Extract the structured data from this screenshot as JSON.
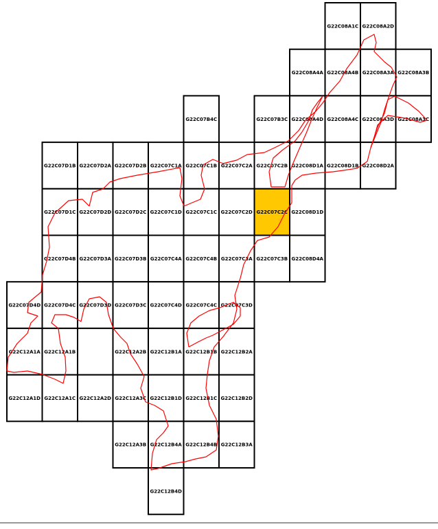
{
  "map": {
    "highlight_color": "#ffc800",
    "boundary_color": "#ff0000",
    "grid_color": "#000000",
    "highlighted_tile": "G22C07C2C",
    "tiles": [
      {
        "label": "G22C08A1C",
        "col": 9,
        "row": 0
      },
      {
        "label": "G22C08A2D",
        "col": 10,
        "row": 0
      },
      {
        "label": "G22C08A4A",
        "col": 8,
        "row": 1
      },
      {
        "label": "G22C08A4B",
        "col": 9,
        "row": 1
      },
      {
        "label": "G22C08A3A",
        "col": 10,
        "row": 1
      },
      {
        "label": "G22C08A3B",
        "col": 11,
        "row": 1
      },
      {
        "label": "G22C07B4C",
        "col": 5,
        "row": 2
      },
      {
        "label": "G22C07B3C",
        "col": 7,
        "row": 2
      },
      {
        "label": "G22C08A4D",
        "col": 8,
        "row": 2
      },
      {
        "label": "G22C08A4C",
        "col": 9,
        "row": 2
      },
      {
        "label": "G22C08A3D",
        "col": 10,
        "row": 2
      },
      {
        "label": "G22C08A3C",
        "col": 11,
        "row": 2
      },
      {
        "label": "G22C07D1B",
        "col": 1,
        "row": 3
      },
      {
        "label": "G22C07D2A",
        "col": 2,
        "row": 3
      },
      {
        "label": "G22C07D2B",
        "col": 3,
        "row": 3
      },
      {
        "label": "G22C07C1A",
        "col": 4,
        "row": 3
      },
      {
        "label": "G22C07C1B",
        "col": 5,
        "row": 3
      },
      {
        "label": "G22C07C2A",
        "col": 6,
        "row": 3
      },
      {
        "label": "G22C07C2B",
        "col": 7,
        "row": 3
      },
      {
        "label": "G22C08D1A",
        "col": 8,
        "row": 3
      },
      {
        "label": "G22C08D1B",
        "col": 9,
        "row": 3
      },
      {
        "label": "G22C08D2A",
        "col": 10,
        "row": 3
      },
      {
        "label": "G22C07D1C",
        "col": 1,
        "row": 4
      },
      {
        "label": "G22C07D2D",
        "col": 2,
        "row": 4
      },
      {
        "label": "G22C07D2C",
        "col": 3,
        "row": 4
      },
      {
        "label": "G22C07C1D",
        "col": 4,
        "row": 4
      },
      {
        "label": "G22C07C1C",
        "col": 5,
        "row": 4
      },
      {
        "label": "G22C07C2D",
        "col": 6,
        "row": 4
      },
      {
        "label": "G22C07C2C",
        "col": 7,
        "row": 4
      },
      {
        "label": "G22C08D1D",
        "col": 8,
        "row": 4
      },
      {
        "label": "G22C07D4B",
        "col": 1,
        "row": 5
      },
      {
        "label": "G22C07D3A",
        "col": 2,
        "row": 5
      },
      {
        "label": "G22C07D3B",
        "col": 3,
        "row": 5
      },
      {
        "label": "G22C07C4A",
        "col": 4,
        "row": 5
      },
      {
        "label": "G22C07C4B",
        "col": 5,
        "row": 5
      },
      {
        "label": "G22C07C3A",
        "col": 6,
        "row": 5
      },
      {
        "label": "G22C07C3B",
        "col": 7,
        "row": 5
      },
      {
        "label": "G22C08D4A",
        "col": 8,
        "row": 5
      },
      {
        "label": "G22C07D4D",
        "col": 0,
        "row": 6
      },
      {
        "label": "G22C07D4C",
        "col": 1,
        "row": 6
      },
      {
        "label": "G22C07D3D",
        "col": 2,
        "row": 6
      },
      {
        "label": "G22C07D3C",
        "col": 3,
        "row": 6
      },
      {
        "label": "G22C07C4D",
        "col": 4,
        "row": 6
      },
      {
        "label": "G22C07C4C",
        "col": 5,
        "row": 6
      },
      {
        "label": "G22C07C3D",
        "col": 6,
        "row": 6
      },
      {
        "label": "G22C12A1A",
        "col": 0,
        "row": 7
      },
      {
        "label": "G22C12A1B",
        "col": 1,
        "row": 7
      },
      {
        "label": "",
        "col": 2,
        "row": 7
      },
      {
        "label": "G22C12A2B",
        "col": 3,
        "row": 7
      },
      {
        "label": "G22C12B1A",
        "col": 4,
        "row": 7
      },
      {
        "label": "G22C12B1B",
        "col": 5,
        "row": 7
      },
      {
        "label": "G22C12B2A",
        "col": 6,
        "row": 7
      },
      {
        "label": "G22C12A1D",
        "col": 0,
        "row": 8
      },
      {
        "label": "G22C12A1C",
        "col": 1,
        "row": 8
      },
      {
        "label": "G22C12A2D",
        "col": 2,
        "row": 8
      },
      {
        "label": "G22C12A3C",
        "col": 3,
        "row": 8
      },
      {
        "label": "G22C12B1D",
        "col": 4,
        "row": 8
      },
      {
        "label": "G22C12B1C",
        "col": 5,
        "row": 8
      },
      {
        "label": "G22C12B2D",
        "col": 6,
        "row": 8
      },
      {
        "label": "G22C12A3B",
        "col": 3,
        "row": 9
      },
      {
        "label": "G22C12B4A",
        "col": 4,
        "row": 9
      },
      {
        "label": "G22C12B4B",
        "col": 5,
        "row": 9
      },
      {
        "label": "G22C12B3A",
        "col": 6,
        "row": 9
      },
      {
        "label": "G22C12B4D",
        "col": 4,
        "row": 10
      }
    ]
  }
}
